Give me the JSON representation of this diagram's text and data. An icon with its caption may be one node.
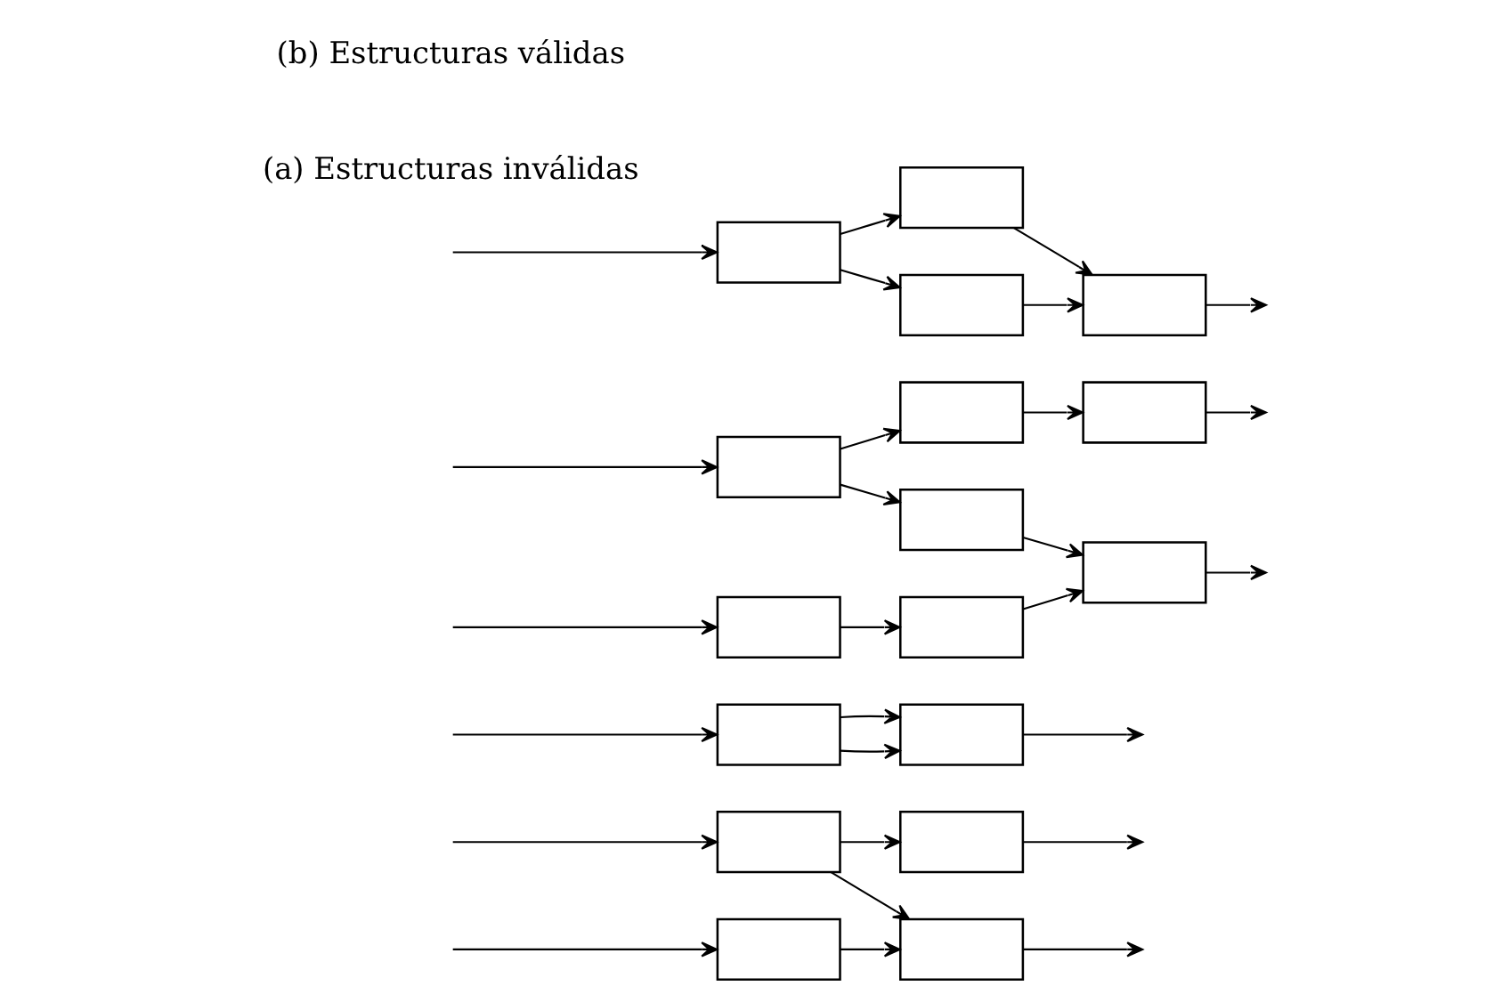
{
  "diagram": {
    "nodes": [
      {
        "text": [],
        "shape": "box"
      },
      {
        "text": [],
        "shape": "box"
      },
      {
        "text": [],
        "shape": "box"
      },
      {
        "text": [],
        "shape": "box"
      },
      {
        "text": [],
        "shape": "box"
      },
      {
        "text": [],
        "shape": "box"
      },
      {
        "text": [],
        "shape": "box"
      },
      {
        "text": [],
        "shape": "box"
      },
      {
        "text": [],
        "shape": "box"
      },
      {
        "text": [],
        "shape": "box"
      },
      {
        "text": [],
        "shape": "box"
      },
      {
        "text": [],
        "shape": "box"
      },
      {
        "text": [],
        "shape": "box"
      },
      {
        "text": [],
        "shape": "box"
      },
      {
        "text": [],
        "shape": "box"
      },
      {
        "text": [],
        "shape": "box"
      },
      {
        "text": [],
        "shape": "box"
      }
    ],
    "edges": [
      {
        "from": null,
        "to": 0,
        "arrow": "to"
      },
      {
        "from": 0,
        "to": 1,
        "arrow": "to"
      },
      {
        "from": null,
        "to": 2,
        "arrow": "to"
      },
      {
        "from": 2,
        "to": 1,
        "arrow": "to"
      },
      {
        "from": 2,
        "to": 3,
        "arrow": "to"
      },
      {
        "from": 1,
        "to": null,
        "arrow": "to"
      },
      {
        "from": 3,
        "to": null,
        "arrow": "to"
      },
      {
        "from": null,
        "to": 4,
        "arrow": "to"
      },
      {
        "from": 4,
        "to": 5,
        "arrow": "to"
      },
      {
        "from": 4,
        "to": 5,
        "arrow": "to"
      },
      {
        "from": 5,
        "to": null,
        "arrow": "to"
      },
      {
        "from": null,
        "to": 6,
        "arrow": "to"
      },
      {
        "from": 6,
        "to": 7,
        "arrow": "to"
      },
      {
        "from": 7,
        "to": 8,
        "arrow": "to"
      },
      {
        "from": 9,
        "to": 8,
        "arrow": "to"
      },
      {
        "from": 8,
        "to": null,
        "arrow": "to"
      },
      {
        "from": null,
        "to": 10,
        "arrow": "to"
      },
      {
        "from": 10,
        "to": 9,
        "arrow": "to"
      },
      {
        "from": 10,
        "to": 11,
        "arrow": "to"
      },
      {
        "from": 11,
        "to": 12,
        "arrow": "to"
      },
      {
        "from": 12,
        "to": null,
        "arrow": "to"
      },
      {
        "from": null,
        "to": 13,
        "arrow": "to"
      },
      {
        "from": 13,
        "to": 14,
        "arrow": "to"
      },
      {
        "from": 13,
        "to": 15,
        "arrow": "to"
      },
      {
        "from": 14,
        "to": 16,
        "arrow": "to"
      },
      {
        "from": 15,
        "to": 16,
        "arrow": "to"
      },
      {
        "from": 16,
        "to": null,
        "arrow": "to"
      }
    ],
    "labels": [
      "(a) Estructuras inválidas",
      "(b) Estructuras válidas"
    ]
  }
}
